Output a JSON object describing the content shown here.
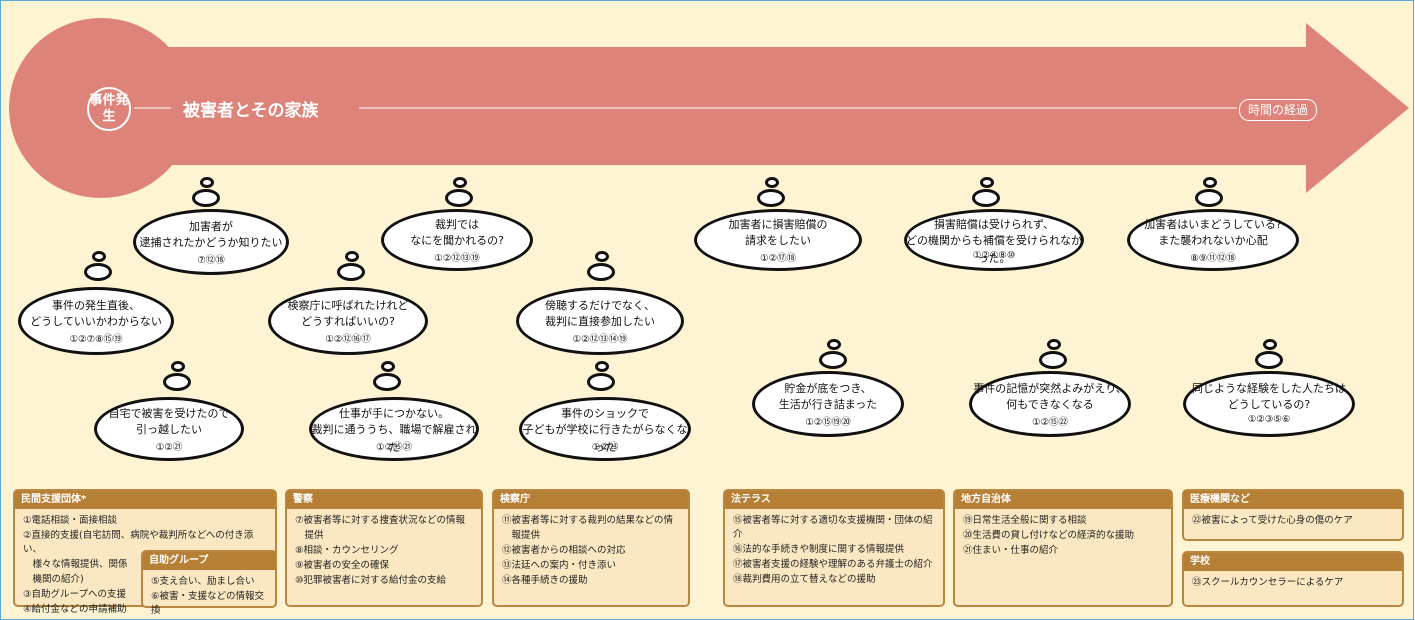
{
  "banner": {
    "event_label": "事件発生",
    "title": "被害者とその家族",
    "time_label": "時間の経過"
  },
  "bubbles": [
    {
      "id": "arrest",
      "lines": [
        "加害者が",
        "逮捕されたかどうか知りたい"
      ],
      "nums": "⑦⑫⑱"
    },
    {
      "id": "trial_questions",
      "lines": [
        "裁判では",
        "なにを聞かれるの?"
      ],
      "nums": "①②⑫⑬⑲"
    },
    {
      "id": "compensation_request",
      "lines": [
        "加害者に損害賠償の",
        "請求をしたい"
      ],
      "nums": "①②⑰⑱"
    },
    {
      "id": "no_compensation",
      "lines": [
        "損害賠償は受けられず、",
        "どの機関からも補償を受けられなかった。"
      ],
      "nums": "①②④⑧⑩"
    },
    {
      "id": "offender_now",
      "lines": [
        "加害者はいまどうしている?",
        "また襲われないか心配"
      ],
      "nums": "⑧⑨⑪⑫⑱"
    },
    {
      "id": "right_after",
      "lines": [
        "事件の発生直後、",
        "どうしていいかわからない"
      ],
      "nums": "①②⑦⑧⑮⑲"
    },
    {
      "id": "prosecutor_office",
      "lines": [
        "検察庁に呼ばれたけれど",
        "どうすればいいの?"
      ],
      "nums": "①②⑫⑯⑰"
    },
    {
      "id": "participate_trial",
      "lines": [
        "傍聴するだけでなく、",
        "裁判に直接参加したい"
      ],
      "nums": "①②⑫⑬⑭⑲"
    },
    {
      "id": "move_house",
      "lines": [
        "自宅で被害を受けたので",
        "引っ越したい"
      ],
      "nums": "①②㉑"
    },
    {
      "id": "work",
      "lines": [
        "仕事が手につかない。",
        "裁判に通ううち、職場で解雇された"
      ],
      "nums": "①②⑮㉑"
    },
    {
      "id": "school",
      "lines": [
        "事件のショックで",
        "子どもが学校に行きたがらなくなった"
      ],
      "nums": "①②㉓"
    },
    {
      "id": "savings",
      "lines": [
        "貯金が底をつき、",
        "生活が行き詰まった"
      ],
      "nums": "①②⑮⑲⑳"
    },
    {
      "id": "memory",
      "lines": [
        "事件の記憶が突然よみがえり、",
        "何もできなくなる"
      ],
      "nums": "①②⑮㉒"
    },
    {
      "id": "similar",
      "lines": [
        "同じような経験をした人たちは",
        "どうしているの?"
      ],
      "nums": "①②③⑤⑥"
    }
  ],
  "boxes": [
    {
      "id": "private",
      "title": "民間支援団体*",
      "items": [
        "①電話相談・面接相談",
        "②直接的支援(自宅訪問、病院や裁判所などへの付き添い、",
        "　様々な情報提供、関係",
        "　機関の紹介)",
        "③自助グループへの支援",
        "④給付金などの申請補助"
      ]
    },
    {
      "id": "self_help",
      "title": "自助グループ",
      "items": [
        "⑤支え合い、励まし合い",
        "⑥被害・支援などの情報交換"
      ]
    },
    {
      "id": "police",
      "title": "警察",
      "items": [
        "⑦被害者等に対する捜査状況などの情報",
        "　提供",
        "⑧相談・カウンセリング",
        "⑨被害者の安全の確保",
        "⑩犯罪被害者に対する給付金の支給"
      ]
    },
    {
      "id": "prosecutors",
      "title": "検察庁",
      "items": [
        "⑪被害者等に対する裁判の結果などの情",
        "　報提供",
        "⑫被害者からの相談への対応",
        "⑬法廷への案内・付き添い",
        "⑭各種手続きの援助"
      ]
    },
    {
      "id": "houterasu",
      "title": "法テラス",
      "items": [
        "⑮被害者等に対する適切な支援機関・団体の紹介",
        "⑯法的な手続きや制度に関する情報提供",
        "⑰被害者支援の経験や理解のある弁護士の紹介",
        "⑱裁判費用の立て替えなどの援助"
      ]
    },
    {
      "id": "local_gov",
      "title": "地方自治体",
      "items": [
        "⑲日常生活全般に関する相談",
        "⑳生活費の貸し付けなどの経済的な援助",
        "㉑住まい・仕事の紹介"
      ]
    },
    {
      "id": "medical",
      "title": "医療機関など",
      "items": [
        "㉒被害によって受けた心身の傷のケア"
      ]
    },
    {
      "id": "school_org",
      "title": "学校",
      "items": [
        "㉓スクールカウンセラーによるケア"
      ]
    }
  ]
}
